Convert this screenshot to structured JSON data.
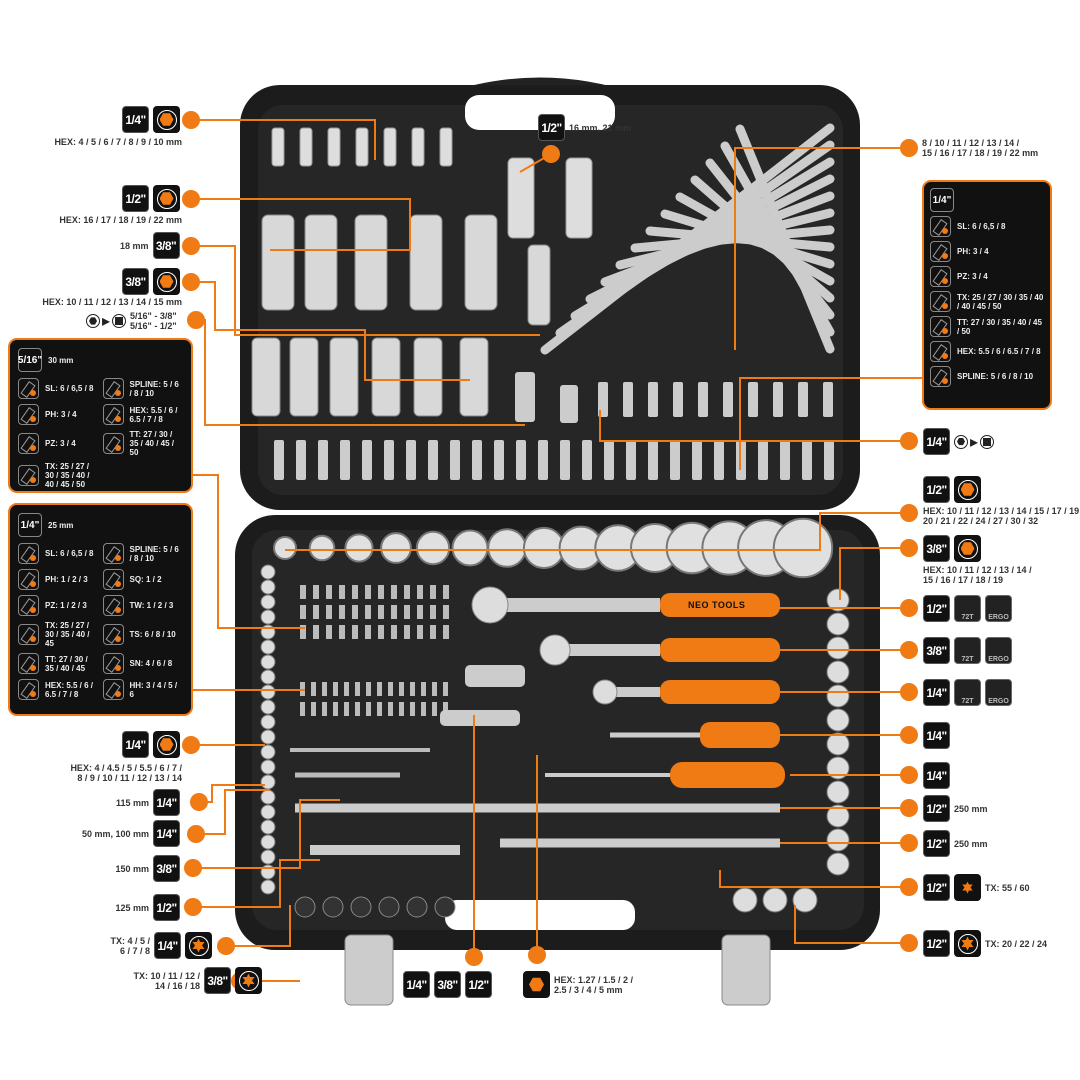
{
  "colors": {
    "accent": "#f07a14",
    "case": "#1c1c1c",
    "badge": "#111111"
  },
  "top": {
    "drive": "1/2\"",
    "text": "16 mm, 21 mm"
  },
  "left": [
    {
      "drive": "1/4\"",
      "icon": "hex-socket-icon",
      "text": "HEX: 4 / 5 / 6 / 7 /  8 / 9 / 10 mm"
    },
    {
      "drive": "1/2\"",
      "icon": "hex-socket-icon",
      "text": "HEX: 16 / 17 / 18 / 19 / 22 mm"
    },
    {
      "drive": "3/8\"",
      "text": "18 mm"
    },
    {
      "drive": "3/8\"",
      "icon": "hex-socket-icon",
      "text": "HEX: 10 / 11 / 12 / 13 / 14 / 15 mm"
    },
    {
      "icon": "hex-to-square-adapter-icon",
      "line1": "5/16\" - 3/8\"",
      "line2": "5/16\" - 1/2\""
    },
    {
      "drive": "1/4\"",
      "icon": "hex-socket-icon",
      "line1": "HEX: 4 / 4.5 / 5 / 5.5 / 6 / 7 /",
      "line2": "8 / 9 / 10 / 11 / 12 / 13 / 14"
    },
    {
      "drive": "1/4\"",
      "text": "115 mm"
    },
    {
      "drive": "1/4\"",
      "text": "50 mm, 100 mm"
    },
    {
      "drive": "3/8\"",
      "text": "150 mm"
    },
    {
      "drive": "1/2\"",
      "text": "125 mm"
    },
    {
      "drive": "1/4\"",
      "icon": "torx-socket-icon",
      "line1": "TX: 4 / 5 /",
      "line2": "6 / 7 / 8"
    },
    {
      "drive": "3/8\"",
      "icon": "torx-socket-icon",
      "line1": "TX: 10 / 11 / 12 /",
      "line2": "14 / 16 / 18"
    }
  ],
  "panel1": {
    "drive": "5/16\"",
    "length": "30 mm",
    "items": [
      "SL: 6 / 6,5 / 8",
      "SPLINE: 5 / 6 / 8 / 10",
      "PH: 3 / 4",
      "HEX: 5.5 / 6 / 6.5 / 7 / 8",
      "PZ: 3 / 4",
      "TT: 27 / 30 / 35 / 40 / 45 / 50",
      "TX: 25 / 27 / 30 / 35 / 40 / 40 / 45 / 50"
    ]
  },
  "panel2": {
    "drive": "1/4\"",
    "length": "25 mm",
    "items": [
      "SL: 6 / 6,5 / 8",
      "SPLINE: 5 / 6 / 8 / 10",
      "PH: 1 / 2 / 3",
      "SQ: 1 / 2",
      "PZ: 1 / 2 / 3",
      "TW: 1 / 2 / 3",
      "TX: 25 / 27 / 30 / 35 / 40 / 45",
      "TS: 6 / 8 / 10",
      "TT: 27 / 30 / 35 / 40 / 45",
      "SN: 4 / 6 / 8",
      "HEX: 5.5 / 6 / 6.5 / 7 / 8",
      "HH: 3 / 4 / 5 / 6"
    ]
  },
  "panel3": {
    "drive": "1/4\"",
    "items": [
      "SL: 6 / 6,5 / 8",
      "PH: 3 / 4",
      "PZ: 3 / 4",
      "TX: 25 / 27 / 30 / 35 / 40 / 40 / 45 / 50",
      "TT: 27 / 30 / 35 / 40 / 45 / 50",
      "HEX: 5.5 / 6 / 6.5 / 7 / 8",
      "SPLINE: 5 / 6 / 8 / 10"
    ]
  },
  "wrenches": {
    "line1": "8 / 10 / 11 / 12 / 13 / 14 /",
    "line2": "15 / 16 / 17 / 18 / 19 / 22 mm"
  },
  "right": [
    {
      "drive": "1/4\"",
      "icon": "hex-to-square-adapter-icon"
    },
    {
      "drive": "1/2\"",
      "icon": "hex-socket-icon",
      "line1": "HEX: 10 / 11 / 12 / 13 / 14 / 15 / 17 / 19 /",
      "line2": "20 / 21 / 22 / 24 / 27 / 30 / 32"
    },
    {
      "drive": "3/8\"",
      "icon": "hex-socket-icon",
      "line1": "HEX: 10 / 11 / 12 / 13 / 14 /",
      "line2": "15 / 16 / 17 / 18 / 19"
    },
    {
      "drive": "1/2\"",
      "teeth": "72T",
      "grip": "ERGO"
    },
    {
      "drive": "3/8\"",
      "teeth": "72T",
      "grip": "ERGO"
    },
    {
      "drive": "1/4\"",
      "teeth": "72T",
      "grip": "ERGO"
    },
    {
      "drive": "1/4\""
    },
    {
      "drive": "1/4\""
    },
    {
      "drive": "1/2\"",
      "text": "250 mm"
    },
    {
      "drive": "1/2\"",
      "text": "250 mm"
    },
    {
      "drive": "1/2\"",
      "icon": "torx-bit-icon",
      "text": "TX: 55 / 60"
    },
    {
      "drive": "1/2\"",
      "icon": "torx-socket-icon",
      "text": "TX: 20 / 22 / 24"
    }
  ],
  "bottom": {
    "drives": [
      "1/4\"",
      "3/8\"",
      "1/2\""
    ],
    "hex_line1": "HEX: 1.27 / 1.5 / 2 /",
    "hex_line2": "2.5 / 3 / 4 / 5 mm"
  },
  "brand": "NEO TOOLS"
}
